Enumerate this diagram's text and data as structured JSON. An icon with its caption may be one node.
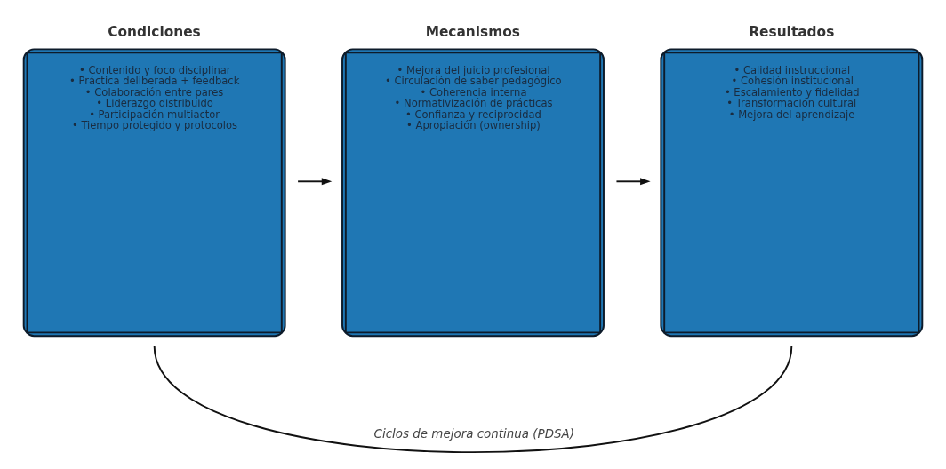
{
  "diagram": {
    "nodes": [
      {
        "text": [
          "Condiciones",
          "• Contenido y foco disciplinar",
          "• Práctica deliberada + feedback",
          "• Colaboración entre pares",
          "• Liderazgo distribuido",
          "• Participación multiactor",
          "• Tiempo protegido y protocolos"
        ]
      },
      {
        "text": [
          "Mecanismos",
          "• Mejora del juicio profesional",
          "• Circulación de saber pedagógico",
          "• Coherencia interna",
          "• Normativización de prácticas",
          "• Confianza y reciprocidad",
          "• Apropiación (ownership)"
        ]
      },
      {
        "text": [
          "Resultados",
          "• Calidad instruccional",
          "• Cohesión institucional",
          "• Escalamiento y fidelidad",
          "• Transformación cultural",
          "• Mejora del aprendizaje"
        ]
      }
    ],
    "edges": [
      {
        "from": 0,
        "to": 1,
        "arrow": "to"
      },
      {
        "from": 1,
        "to": 2,
        "arrow": "to"
      },
      {
        "from": 2,
        "to": 0,
        "arrow": "none",
        "label": "Ciclos de mejora continua (PDSA)"
      }
    ]
  }
}
